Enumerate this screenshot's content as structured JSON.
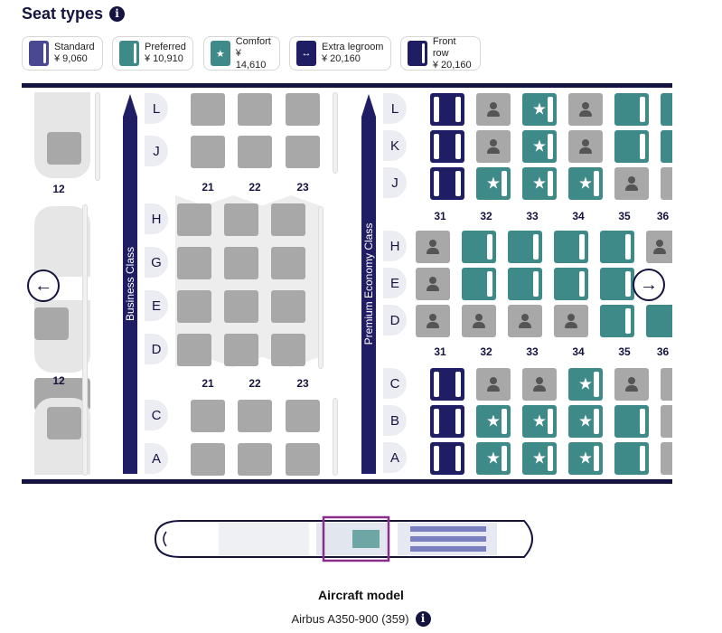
{
  "header": {
    "title": "Seat types"
  },
  "legend": [
    {
      "name": "Standard",
      "price": "¥ 9,060",
      "color": "#4a4891",
      "icon": "bar"
    },
    {
      "name": "Preferred",
      "price": "¥ 10,910",
      "color": "#3d8a88",
      "icon": "bar"
    },
    {
      "name": "Comfort",
      "price": "¥ 14,610",
      "color": "#3d8a88",
      "icon": "★"
    },
    {
      "name": "Extra legroom",
      "price": "¥ 20,160",
      "color": "#1f1d63",
      "icon": "↔"
    },
    {
      "name": "Front row",
      "price": "¥ 20,160",
      "color": "#1f1d63",
      "icon": "bar"
    }
  ],
  "cabin": {
    "business_label": "Business Class",
    "premium_label": "Premium Economy Class",
    "first_row_number": "12",
    "business_rows": [
      "21",
      "22",
      "23"
    ],
    "premium_rows": [
      "31",
      "32",
      "33",
      "34",
      "35",
      "36"
    ],
    "business_letters": [
      "L",
      "J",
      "H",
      "G",
      "E",
      "D",
      "C",
      "A"
    ],
    "premium_letters": [
      "L",
      "K",
      "J",
      "H",
      "E",
      "D",
      "C",
      "B",
      "A"
    ]
  },
  "navigation": {
    "prev": "←",
    "next": "→"
  },
  "aircraft": {
    "title": "Aircraft model",
    "model": "Airbus A350-900 (359)"
  },
  "colors": {
    "navy": "#1f1d63",
    "teal": "#3d8a88",
    "occupied": "#a8a8a8",
    "header": "#15133f"
  }
}
